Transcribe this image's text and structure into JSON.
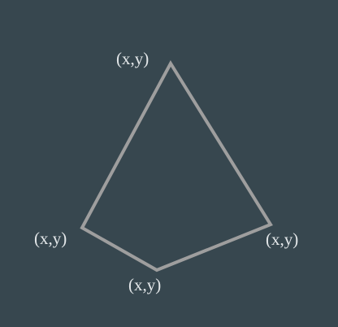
{
  "colors": {
    "background": "#37474f",
    "outline": "#9e9e9e",
    "label": "#e4e8ea"
  },
  "shape": {
    "type": "quadrilateral-outline"
  },
  "labels": {
    "top": "(x,y)",
    "left": "(x,y)",
    "right": "(x,y)",
    "bottom": "(x,y)"
  }
}
